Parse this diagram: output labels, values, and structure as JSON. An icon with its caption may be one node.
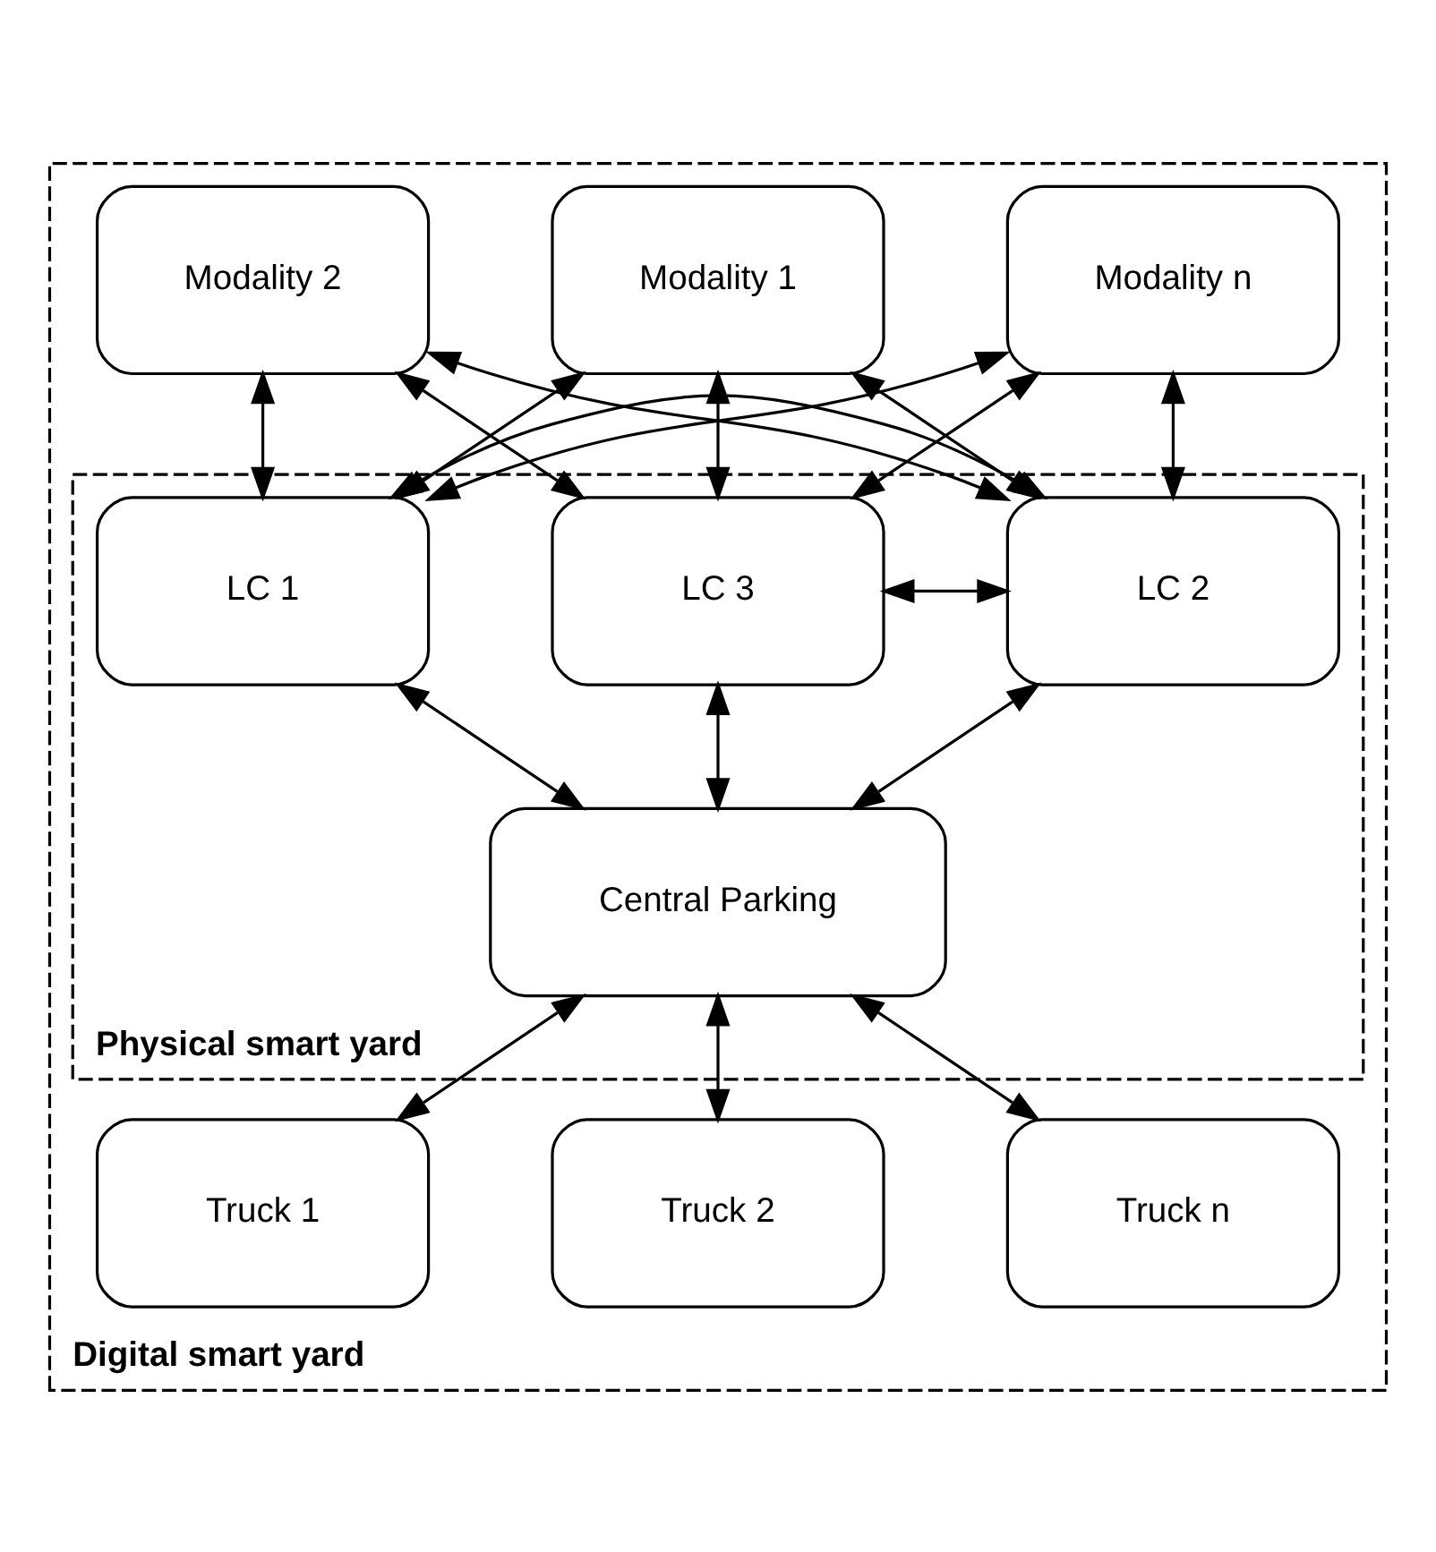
{
  "diagram": {
    "nodes": [
      {
        "text": [
          "Digital smart yard"
        ]
      },
      {
        "text": [
          "Physical smart yard"
        ],
        "in": 0
      },
      {
        "text": [
          "Modality 1"
        ],
        "in": 0
      },
      {
        "text": [
          "Modality 2"
        ],
        "in": 0
      },
      {
        "text": [
          "Modality n"
        ],
        "in": 0
      },
      {
        "text": [
          "LC 1"
        ],
        "in": 1
      },
      {
        "text": [
          "LC 2"
        ],
        "in": 1
      },
      {
        "text": [
          "LC 3"
        ],
        "in": 1
      },
      {
        "text": [
          "Central Parking"
        ],
        "in": 1
      },
      {
        "text": [
          "Truck 1"
        ],
        "in": 0
      },
      {
        "text": [
          "Truck 2"
        ],
        "in": 0
      },
      {
        "text": [
          "Truck n"
        ],
        "in": 0
      }
    ],
    "edges": [
      {
        "from": 2,
        "to": 5,
        "arrow": "both"
      },
      {
        "from": 2,
        "to": 6,
        "arrow": "both"
      },
      {
        "from": 2,
        "to": 7,
        "arrow": "both"
      },
      {
        "from": 3,
        "to": 5,
        "arrow": "both"
      },
      {
        "from": 3,
        "to": 6,
        "arrow": "both"
      },
      {
        "from": 3,
        "to": 7,
        "arrow": "both"
      },
      {
        "from": 4,
        "to": 5,
        "arrow": "both"
      },
      {
        "from": 4,
        "to": 6,
        "arrow": "both"
      },
      {
        "from": 4,
        "to": 7,
        "arrow": "both"
      },
      {
        "from": 5,
        "to": 6,
        "arrow": "both"
      },
      {
        "from": 6,
        "to": 7,
        "arrow": "both"
      },
      {
        "from": 5,
        "to": 8,
        "arrow": "both"
      },
      {
        "from": 6,
        "to": 8,
        "arrow": "both"
      },
      {
        "from": 7,
        "to": 8,
        "arrow": "both"
      },
      {
        "from": 8,
        "to": 9,
        "arrow": "both"
      },
      {
        "from": 8,
        "to": 10,
        "arrow": "both"
      },
      {
        "from": 8,
        "to": 11,
        "arrow": "both"
      }
    ]
  }
}
